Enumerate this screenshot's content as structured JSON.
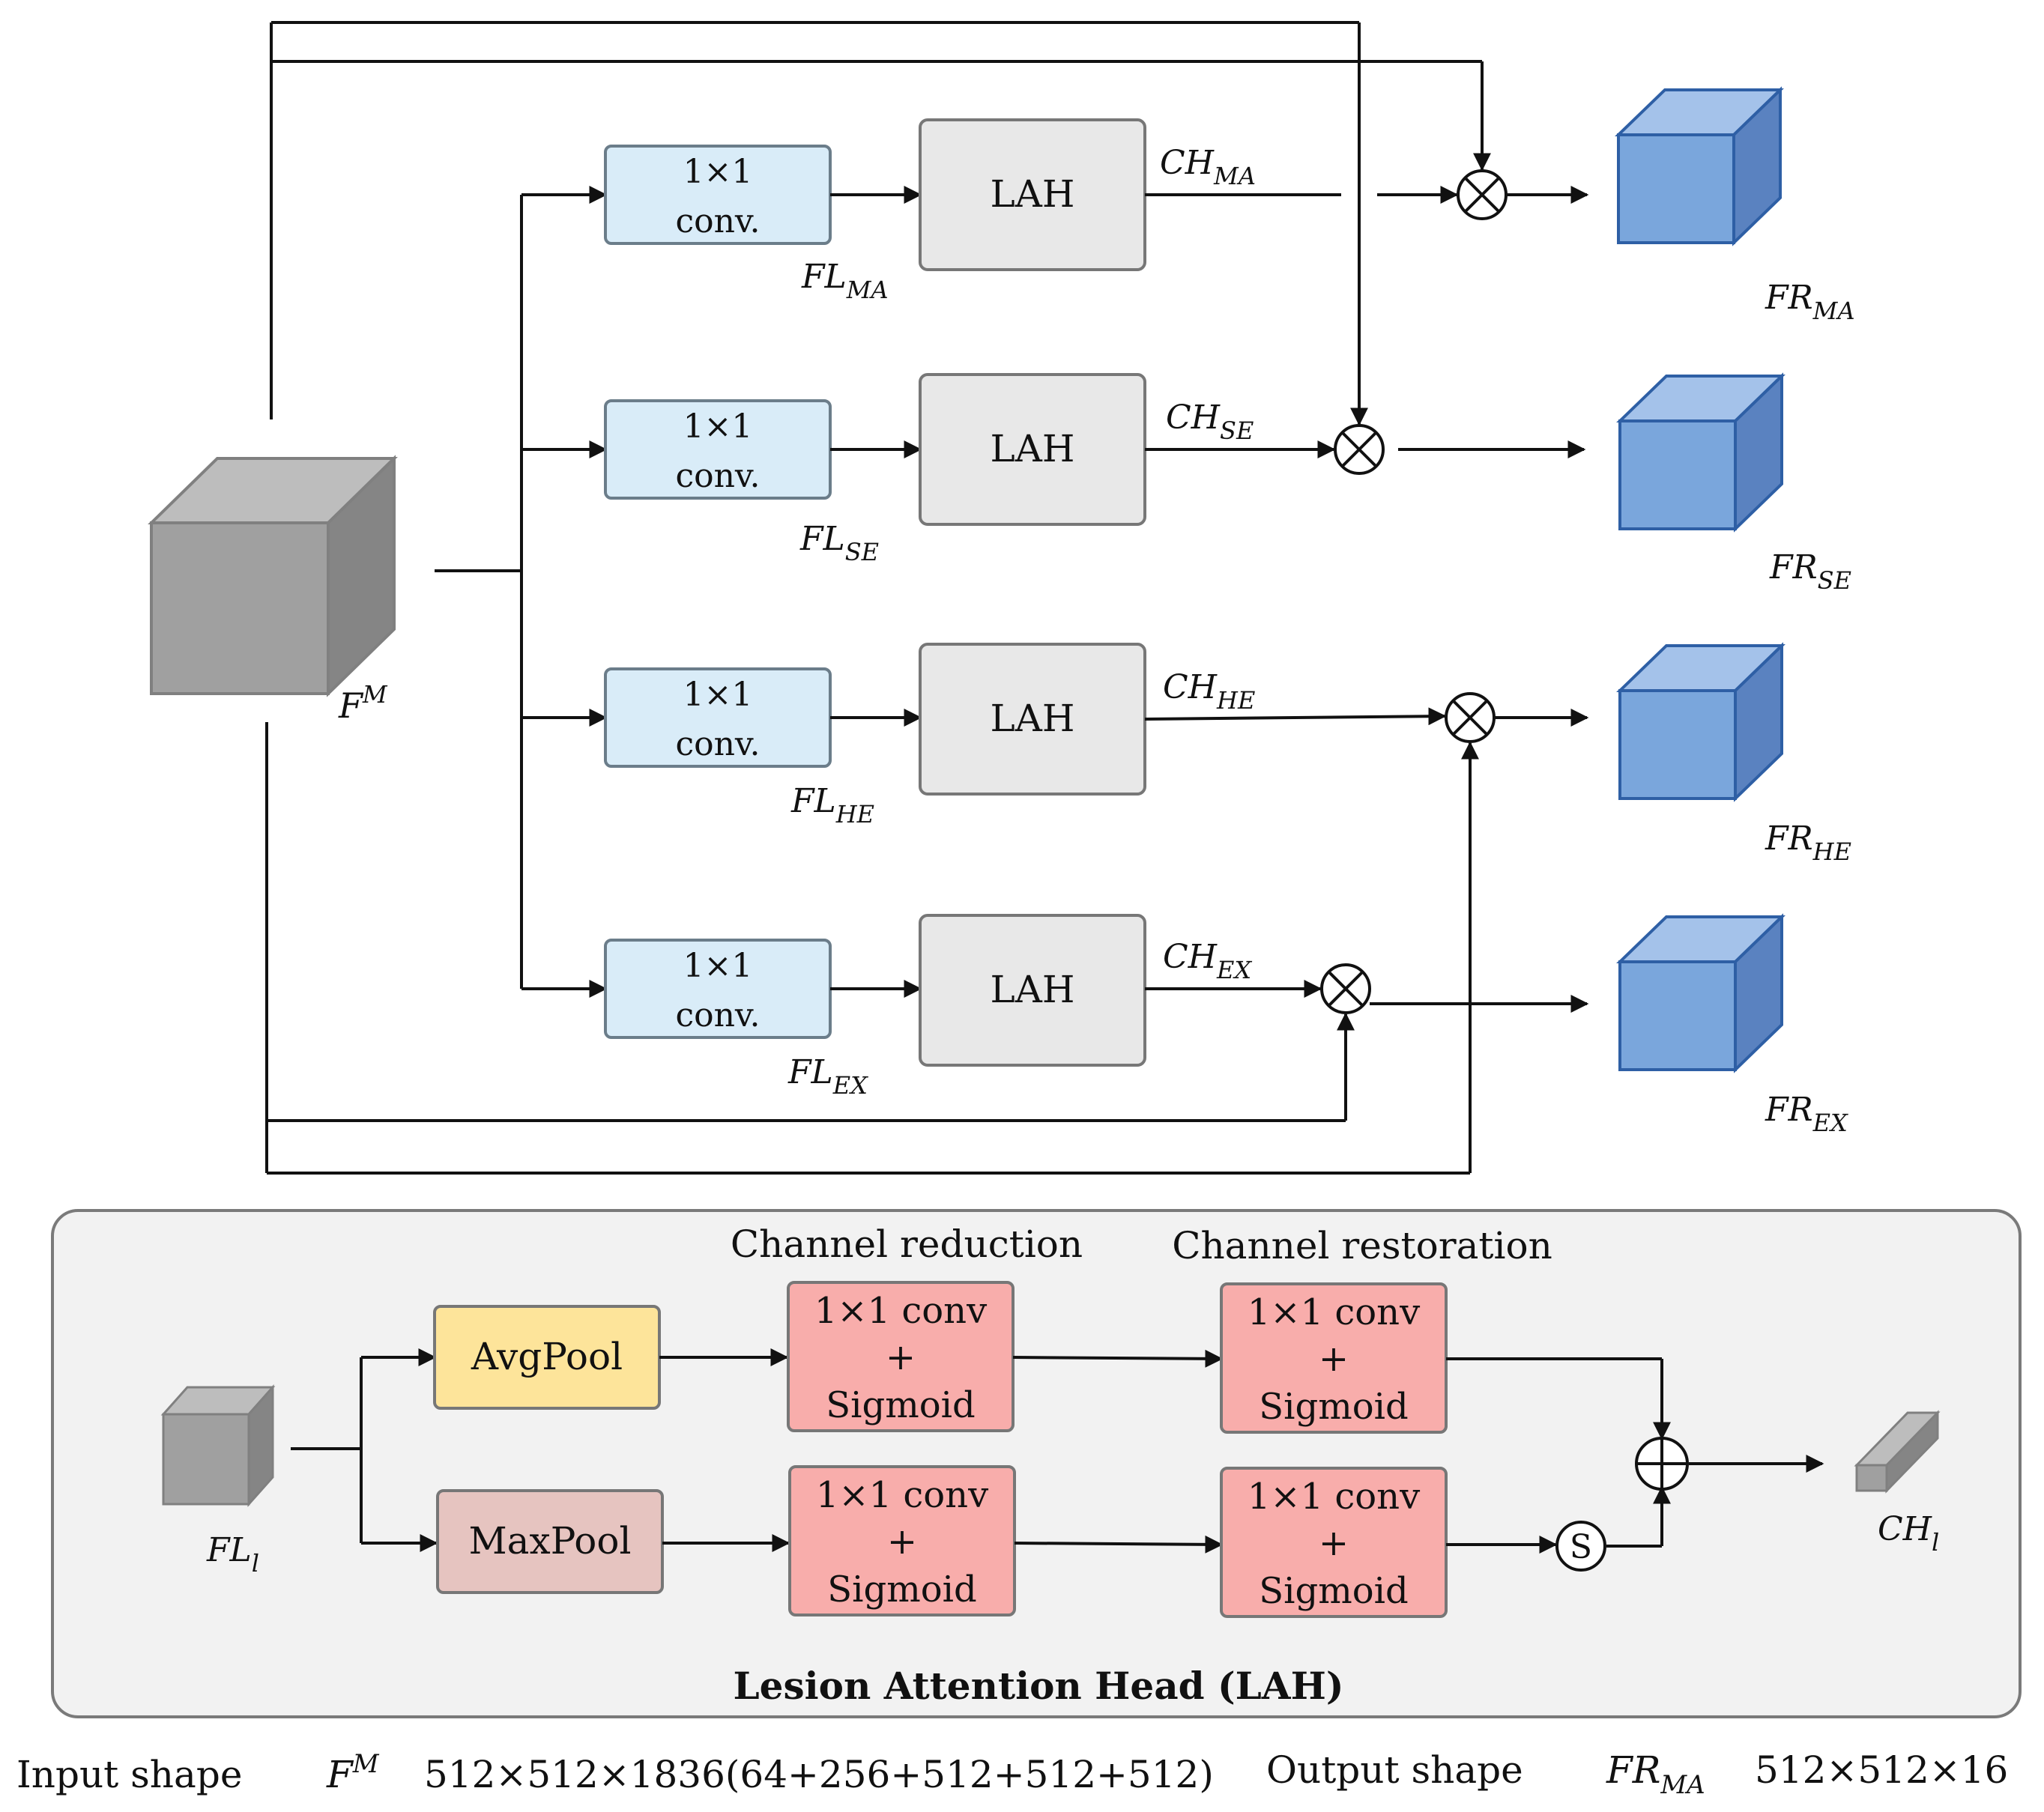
{
  "branches": [
    {
      "conv": [
        "1×1",
        "conv."
      ],
      "lah": "LAH",
      "fl": [
        "FL",
        "MA"
      ],
      "ch": [
        "CH",
        "MA"
      ],
      "fr": [
        "FR",
        "MA"
      ]
    },
    {
      "conv": [
        "1×1",
        "conv."
      ],
      "lah": "LAH",
      "fl": [
        "FL",
        "SE"
      ],
      "ch": [
        "CH",
        "SE"
      ],
      "fr": [
        "FR",
        "SE"
      ]
    },
    {
      "conv": [
        "1×1",
        "conv."
      ],
      "lah": "LAH",
      "fl": [
        "FL",
        "HE"
      ],
      "ch": [
        "CH",
        "HE"
      ],
      "fr": [
        "FR",
        "HE"
      ]
    },
    {
      "conv": [
        "1×1",
        "conv."
      ],
      "lah": "LAH",
      "fl": [
        "FL",
        "EX"
      ],
      "ch": [
        "CH",
        "EX"
      ],
      "fr": [
        "FR",
        "EX"
      ]
    }
  ],
  "input_label": [
    "F",
    "M"
  ],
  "lah_panel": {
    "title": "Lesion Attention Head (LAH)",
    "reduction_label": "Channel reduction",
    "restoration_label": "Channel restoration",
    "avgpool": "AvgPool",
    "maxpool": "MaxPool",
    "sig_block": [
      "1×1 conv",
      "+",
      "Sigmoid"
    ],
    "input_label": [
      "FL",
      "l"
    ],
    "output_label": [
      "CH",
      "l"
    ],
    "s_symbol": "S"
  },
  "shapes": {
    "input_title": "Input shape",
    "input_symbol": [
      "F",
      "M"
    ],
    "input_value": "512×512×1836(64+256+512+512+512)",
    "output_title": "Output shape",
    "output_symbol": [
      "FR",
      "MA"
    ],
    "output_value": "512×512×16"
  },
  "colors": {
    "conv_fill": "#d9ecf8",
    "lah_fill": "#e8e8e8",
    "avgpool_fill": "#fde49a",
    "maxpool_fill": "#e6c4c0",
    "sigmoid_fill": "#f8adab",
    "output_cube": "#7aa6dc",
    "input_cube": "#a0a0a0",
    "panel_bg": "#f2f2f2"
  }
}
